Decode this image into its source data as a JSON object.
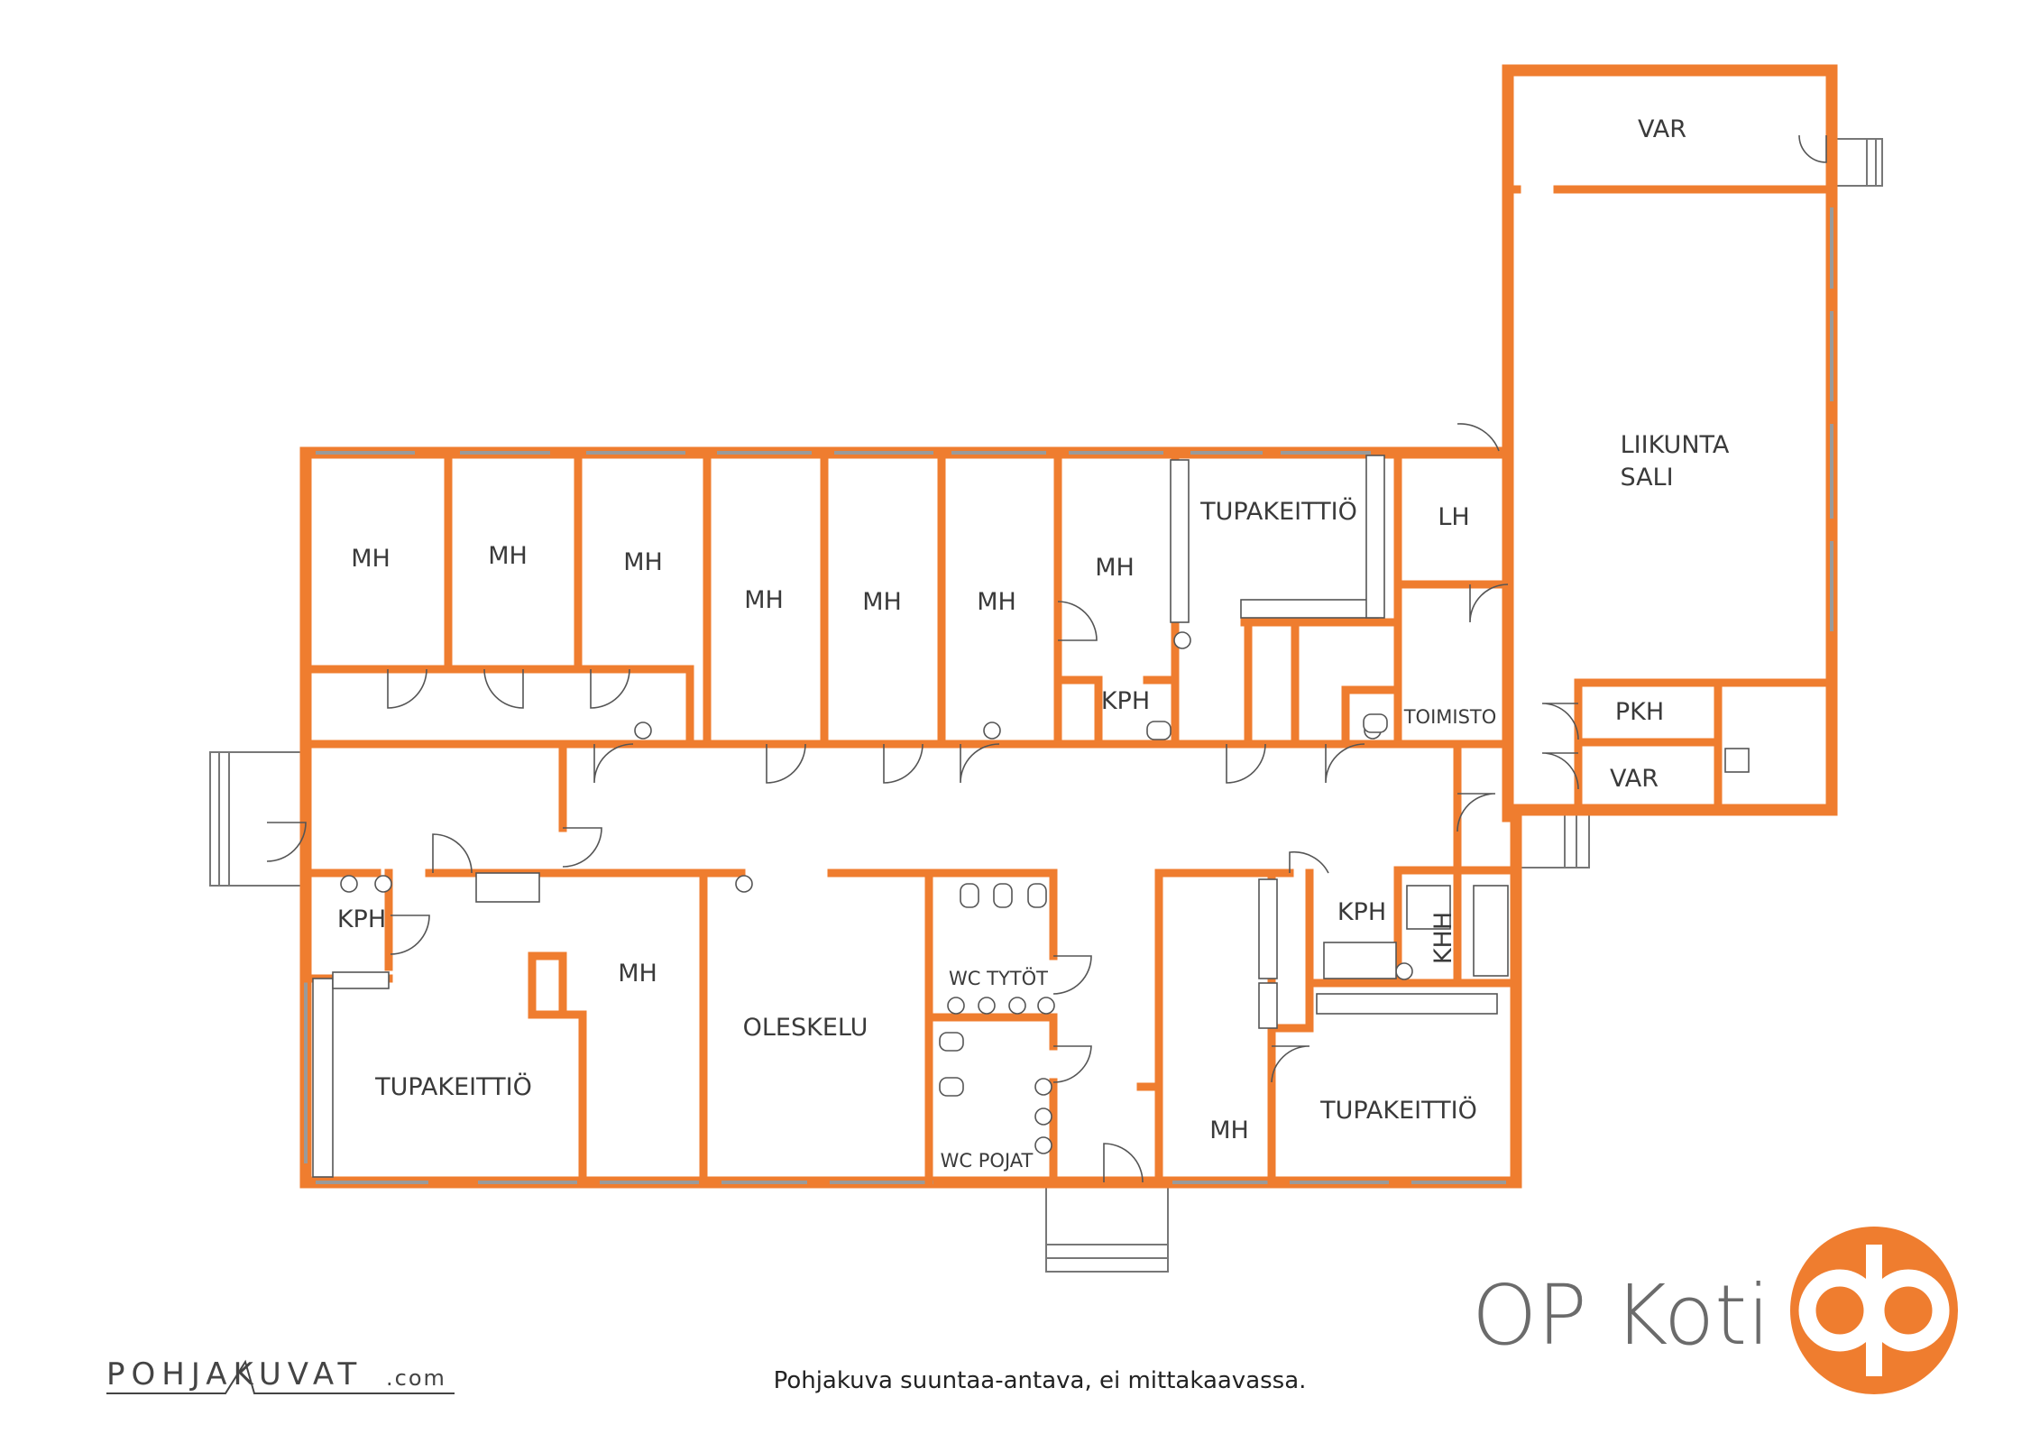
{
  "colors": {
    "wall": "#ef7d2f",
    "logo": "#ef7d2f",
    "text": "#3a3a3a"
  },
  "rooms": {
    "mh1": "MH",
    "mh2": "MH",
    "mh3": "MH",
    "mh4": "MH",
    "mh5": "MH",
    "mh6": "MH",
    "mh7": "MH",
    "mh8": "MH",
    "mh9": "MH",
    "tupakeittio_top": "TUPAKEITTIÖ",
    "lh": "LH",
    "toimisto": "TOIMISTO",
    "kph_top": "KPH",
    "liikunta_sali_1": "LIIKUNTA",
    "liikunta_sali_2": "SALI",
    "var_top": "VAR",
    "pkh": "PKH",
    "var_bottom": "VAR",
    "kph_left": "KPH",
    "tupakeittio_left": "TUPAKEITTIÖ",
    "oleskelu": "OLESKELU",
    "wc_tytot": "WC TYTÖT",
    "wc_pojat": "WC POJAT",
    "kph_right": "KPH",
    "khh": "KHH",
    "tupakeittio_right": "TUPAKEITTIÖ"
  },
  "brand": {
    "name": "OP Koti",
    "logo_icon": "op-logo-icon"
  },
  "credit": {
    "main": "POHJAKUVAT",
    "suffix": ".com"
  },
  "note": "Pohjakuva suuntaa-antava, ei mittakaavassa."
}
